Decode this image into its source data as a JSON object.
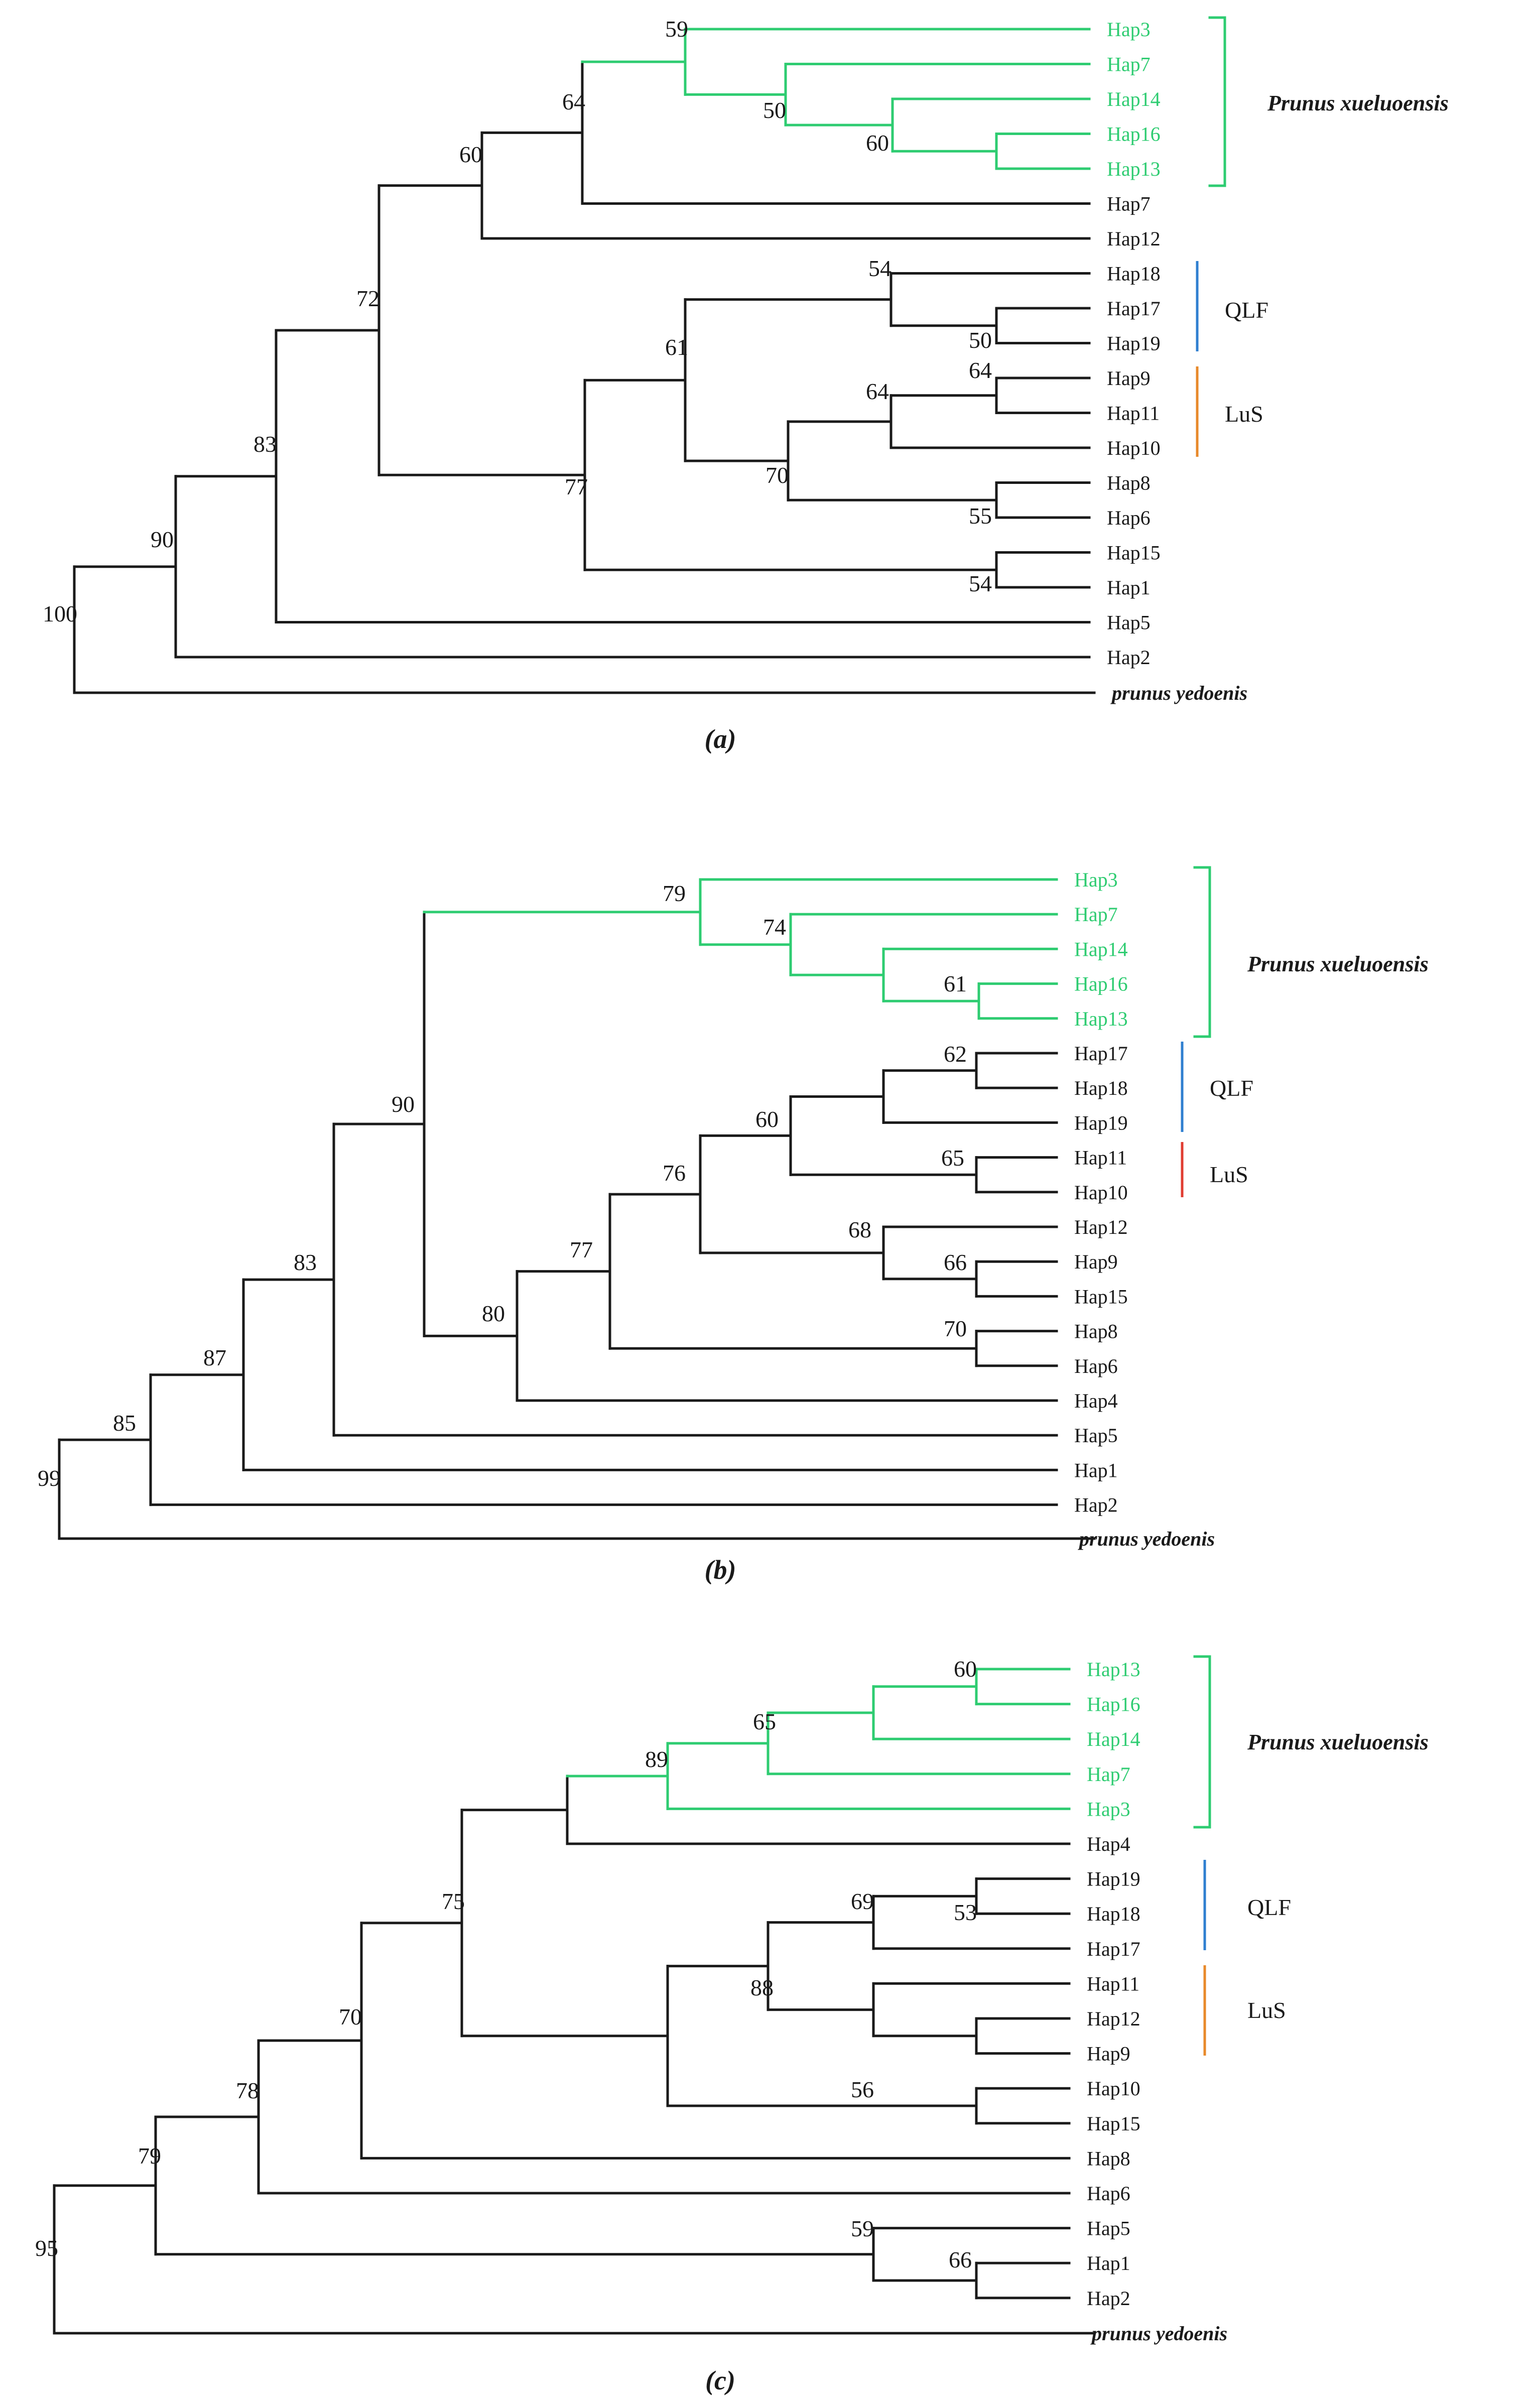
{
  "colors": {
    "black": "#1a1a1a",
    "green": "#2ecc71",
    "blue": "#2f7fd0",
    "orange": "#e8892a",
    "red": "#e03c31"
  },
  "panels": [
    {
      "caption": "(a)",
      "tips": [
        "Hap3",
        "Hap7",
        "Hap14",
        "Hap16",
        "Hap13",
        "Hap7",
        "Hap12",
        "Hap18",
        "Hap17",
        "Hap19",
        "Hap9",
        "Hap11",
        "Hap10",
        "Hap8",
        "Hap6",
        "Hap15",
        "Hap1",
        "Hap5",
        "Hap2"
      ],
      "outgroup": "prunus yedoenis",
      "supports": [
        "59",
        "64",
        "50",
        "60",
        "60",
        "72",
        "54",
        "61",
        "50",
        "64",
        "64",
        "77",
        "70",
        "55",
        "54",
        "83",
        "90",
        "100"
      ],
      "clades": [
        {
          "label": "Prunus xueluoensis",
          "style": "bracket",
          "color": "green"
        },
        {
          "label": "QLF",
          "style": "bar",
          "color": "blue"
        },
        {
          "label": "LuS",
          "style": "bar",
          "color": "orange"
        }
      ]
    },
    {
      "caption": "(b)",
      "tips": [
        "Hap3",
        "Hap7",
        "Hap14",
        "Hap16",
        "Hap13",
        "Hap17",
        "Hap18",
        "Hap19",
        "Hap11",
        "Hap10",
        "Hap12",
        "Hap9",
        "Hap15",
        "Hap8",
        "Hap6",
        "Hap4",
        "Hap5",
        "Hap1",
        "Hap2"
      ],
      "outgroup": "prunus yedoenis",
      "supports": [
        "79",
        "74",
        "61",
        "90",
        "62",
        "60",
        "65",
        "76",
        "68",
        "66",
        "77",
        "70",
        "80",
        "83",
        "87",
        "85",
        "99"
      ],
      "clades": [
        {
          "label": "Prunus xueluoensis",
          "style": "bracket",
          "color": "green"
        },
        {
          "label": "QLF",
          "style": "bar",
          "color": "blue"
        },
        {
          "label": "LuS",
          "style": "bar",
          "color": "red"
        }
      ]
    },
    {
      "caption": "(c)",
      "tips": [
        "Hap13",
        "Hap16",
        "Hap14",
        "Hap7",
        "Hap3",
        "Hap4",
        "Hap19",
        "Hap18",
        "Hap17",
        "Hap11",
        "Hap12",
        "Hap9",
        "Hap10",
        "Hap15",
        "Hap8",
        "Hap6",
        "Hap5",
        "Hap1",
        "Hap2"
      ],
      "outgroup": "prunus yedoenis",
      "supports": [
        "60",
        "65",
        "89",
        "75",
        "69",
        "53",
        "88",
        "56",
        "70",
        "78",
        "79",
        "59",
        "66",
        "95"
      ],
      "clades": [
        {
          "label": "Prunus xueluoensis",
          "style": "bracket",
          "color": "green"
        },
        {
          "label": "QLF",
          "style": "bar",
          "color": "blue"
        },
        {
          "label": "LuS",
          "style": "bar",
          "color": "orange"
        }
      ]
    }
  ]
}
